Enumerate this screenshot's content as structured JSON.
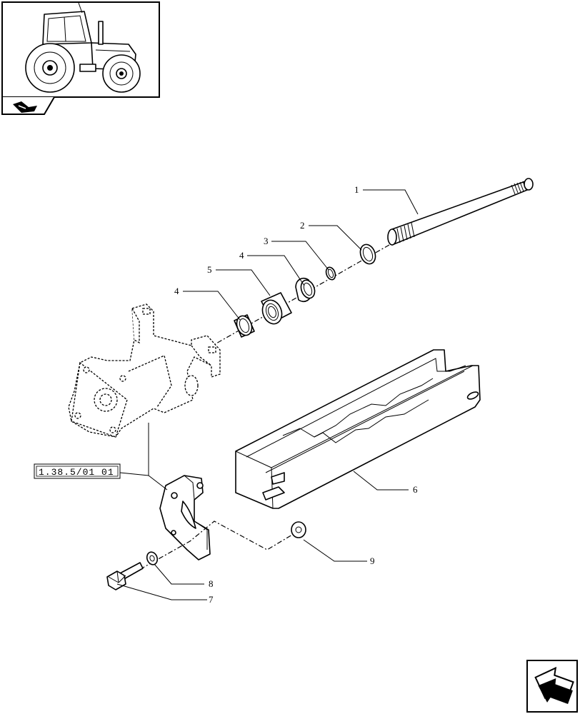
{
  "reference_label": "1.38.5/01  01",
  "callouts": [
    {
      "id": "c1",
      "text": "1"
    },
    {
      "id": "c2",
      "text": "2"
    },
    {
      "id": "c3",
      "text": "3"
    },
    {
      "id": "c4a",
      "text": "4"
    },
    {
      "id": "c4b",
      "text": "4"
    },
    {
      "id": "c5",
      "text": "5"
    },
    {
      "id": "c6",
      "text": "6"
    },
    {
      "id": "c7",
      "text": "7"
    },
    {
      "id": "c8",
      "text": "8"
    },
    {
      "id": "c9",
      "text": "9"
    }
  ],
  "icons": {
    "thumbnail": "tractor-icon",
    "section_tab": "section-arrow-icon",
    "navigation": "previous-page-arrow-icon"
  }
}
